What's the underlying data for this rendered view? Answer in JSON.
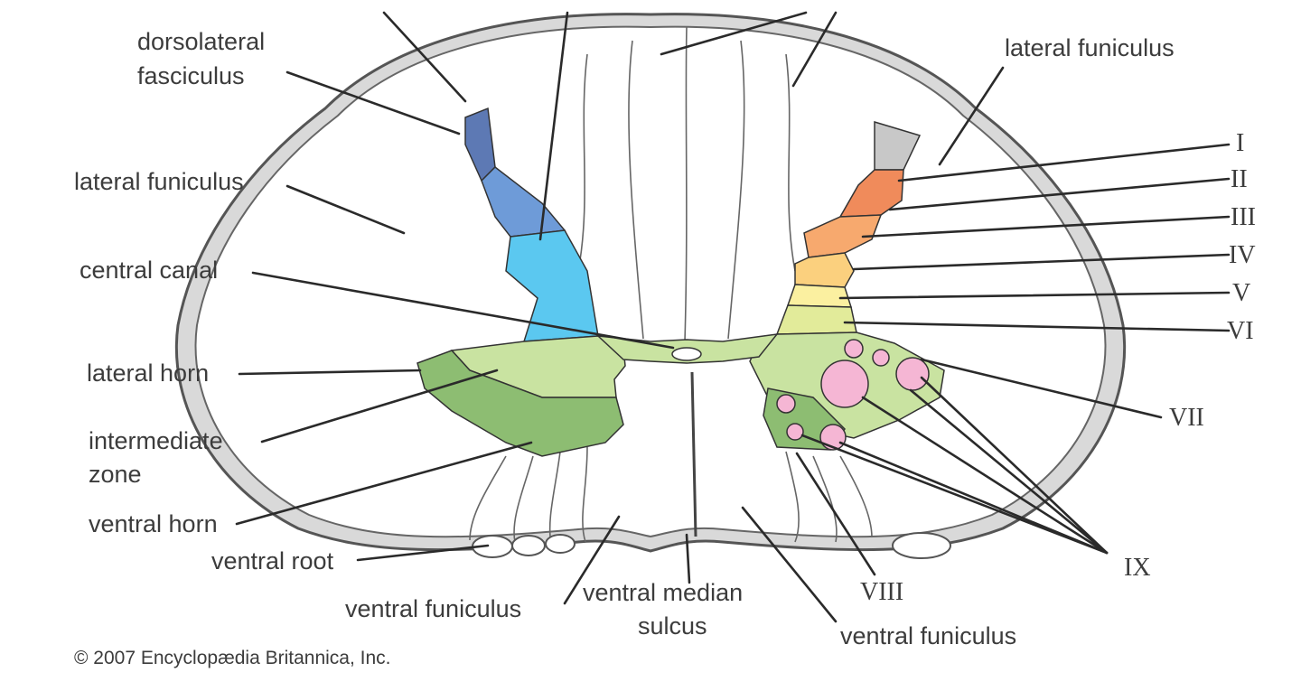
{
  "labels": {
    "dorsolateral_line1": "dorsolateral",
    "dorsolateral_line2": "fasciculus",
    "lateral_funiculus_left": "lateral funiculus",
    "lateral_funiculus_right": "lateral funiculus",
    "central_canal": "central canal",
    "lateral_horn": "lateral horn",
    "intermediate_line1": "intermediate",
    "intermediate_line2": "zone",
    "ventral_horn": "ventral horn",
    "ventral_root": "ventral root",
    "ventral_funiculus_left": "ventral funiculus",
    "ventral_median_line1": "ventral median",
    "ventral_median_line2": "sulcus",
    "ventral_funiculus_right": "ventral funiculus"
  },
  "laminae": [
    "I",
    "II",
    "III",
    "IV",
    "V",
    "VI",
    "VII",
    "VIII",
    "IX"
  ],
  "copyright": "© 2007 Encyclopædia Britannica, Inc.",
  "colors": {
    "dorsolateral_fasciculus": "#5d79b4",
    "dorsal_horn_mid_blue": "#6e9bd8",
    "dorsal_horn_light_blue": "#5bc8f0",
    "intermediate_zone": "#c9e3a1",
    "ventral_horn": "#8dbd72",
    "lamina_I": "#c8c8c8",
    "lamina_II": "#f08b5b",
    "lamina_III": "#f7a96e",
    "lamina_IV": "#fbd07e",
    "lamina_V": "#fbf0a0",
    "lamina_VI": "#e2eb9a",
    "lamina_VII": "#c9e3a1",
    "lamina_VIII": "#8dbd72",
    "lamina_IX": "#f5b6d4"
  }
}
